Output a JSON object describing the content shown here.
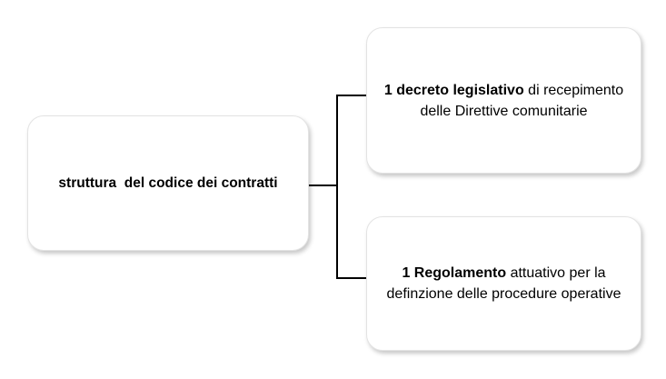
{
  "diagram": {
    "type": "bracket-tree",
    "background_color": "#ffffff",
    "connector_color": "#000000",
    "box_border_color": "#e3e3e3",
    "box_fill_color": "#ffffff",
    "text_color": "#000000",
    "root": {
      "label": "struttura  del codice dei contratti",
      "bold": true
    },
    "branches": [
      {
        "id": "decreto",
        "lead": "1 decreto legislativo",
        "rest": " di recepimento delle Direttive comunitarie"
      },
      {
        "id": "regolamento",
        "lead": "1 Regolamento",
        "rest": " attuativo per la definzione delle procedure operative"
      }
    ]
  }
}
